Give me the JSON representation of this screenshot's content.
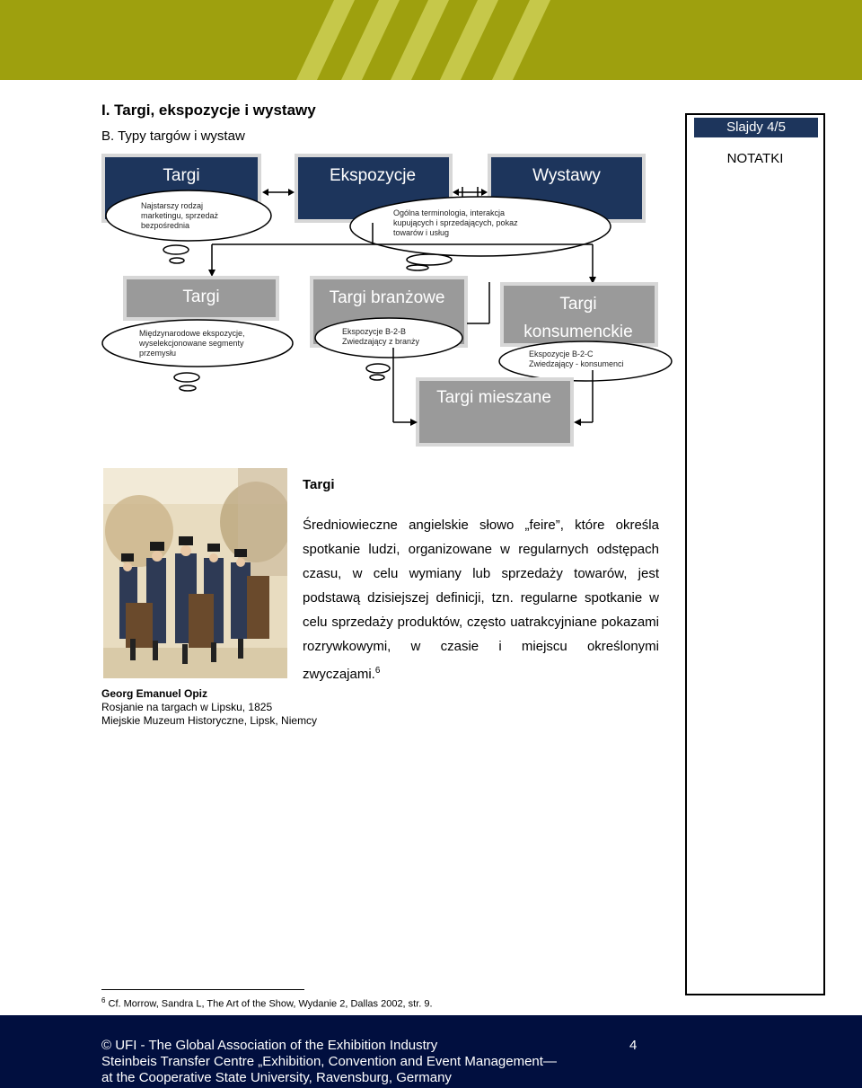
{
  "section": {
    "title": "I. Targi, ekspozycje i wystawy",
    "subtitle": "B. Typy targów i wystaw"
  },
  "notes_panel": {
    "slides": "Slajdy 4/5",
    "label": "NOTATKI"
  },
  "diagram": {
    "top_boxes": [
      "Targi",
      "Ekspozycje",
      "Wystawy"
    ],
    "cloud_targi": [
      "Najstarszy rodzaj",
      "marketingu, sprzedaż",
      "bezpośrednia"
    ],
    "cloud_ekspozycje": [
      "Ogólna terminologia, interakcja",
      "kupujących i sprzedających, pokaz",
      "towarów i usług"
    ],
    "mid_boxes": {
      "targi": "Targi",
      "branzowe": "Targi branżowe",
      "konsumenckie_1": "Targi",
      "konsumenckie_2": "konsumenckie",
      "mieszane": "Targi mieszane"
    },
    "cloud_miedzynarodowe": [
      "Międzynarodowe ekspozycje,",
      "wyselekcjonowane segmenty",
      "przemysłu"
    ],
    "cloud_b2b": [
      "Ekspozycje B-2-B",
      "Zwiedzający z branży"
    ],
    "cloud_b2c": [
      "Ekspozycje B-2-C",
      "Zwiedzający - konsumenci"
    ],
    "colors": {
      "dark_box": "#1d355c",
      "grey_box": "#9a9a9a"
    }
  },
  "image": {
    "caption_author": "Georg Emanuel Opiz",
    "caption_title": "Rosjanie na targach w Lipsku, 1825",
    "caption_museum": "Miejskie Muzeum Historyczne, Lipsk, Niemcy"
  },
  "body": {
    "heading": "Targi",
    "text": "Średniowieczne angielskie słowo „feire”, które określa spotkanie ludzi, organizowane w regularnych odstępach czasu, w celu wymiany lub sprzedaży towarów, jest podstawą dzisiejszej definicji, tzn. regularne spotkanie w celu sprzedaży produktów, często uatrakcyjniane pokazami rozrywkowymi, w czasie i miejscu określonymi zwyczajami.",
    "footnote_ref": "6"
  },
  "footnote": {
    "number": "6",
    "text": "Cf. Morrow, Sandra L, The Art of the Show, Wydanie 2, Dallas 2002, str. 9."
  },
  "footer": {
    "line1": "© UFI - The Global Association of the Exhibition Industry",
    "line2": "Steinbeis Transfer Centre „Exhibition, Convention and Event Management—",
    "line3": "at the Cooperative State University, Ravensburg, Germany",
    "page": "4"
  }
}
